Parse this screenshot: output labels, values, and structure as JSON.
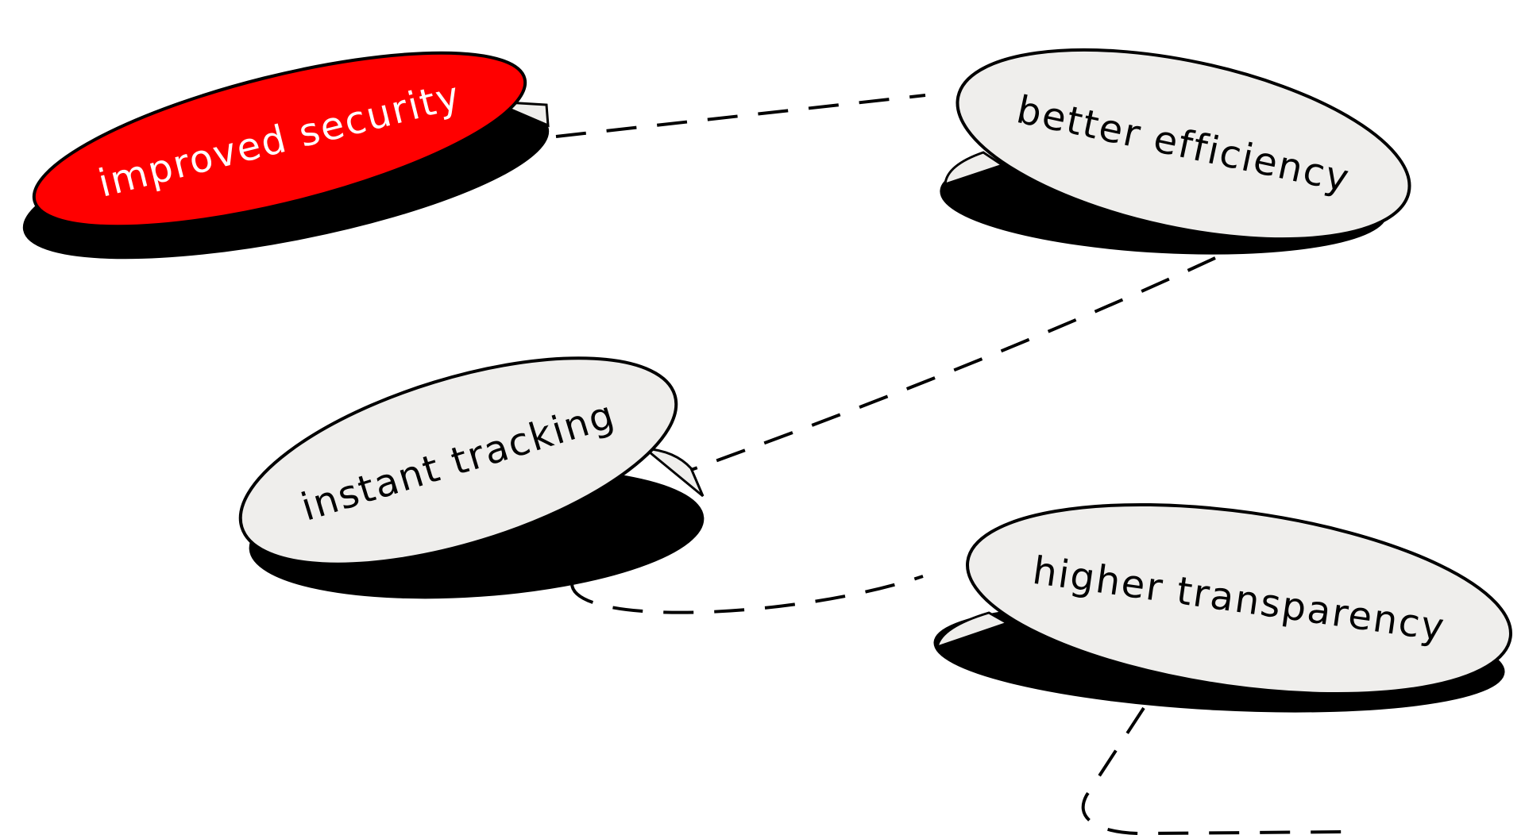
{
  "diagram": {
    "nodes": [
      {
        "id": "improved-security",
        "label": "improved security",
        "fill": "#ff0000",
        "text_color": "#ffffff",
        "highlighted": true
      },
      {
        "id": "better-efficiency",
        "label": "better efficiency",
        "fill": "#efeeec",
        "text_color": "#000000",
        "highlighted": false
      },
      {
        "id": "instant-tracking",
        "label": "instant tracking",
        "fill": "#efeeec",
        "text_color": "#000000",
        "highlighted": false
      },
      {
        "id": "higher-transparency",
        "label": "higher transparency",
        "fill": "#efeeec",
        "text_color": "#000000",
        "highlighted": false
      }
    ],
    "edges": [
      {
        "from": "improved-security",
        "to": "better-efficiency",
        "style": "dashed"
      },
      {
        "from": "better-efficiency",
        "to": "instant-tracking",
        "style": "dashed"
      },
      {
        "from": "instant-tracking",
        "to": "higher-transparency",
        "style": "dashed"
      },
      {
        "from": "higher-transparency",
        "to": "continues-offscreen",
        "style": "dashed"
      }
    ],
    "colors": {
      "outline": "#000000",
      "shadow": "#000000",
      "background": "#ffffff"
    }
  }
}
